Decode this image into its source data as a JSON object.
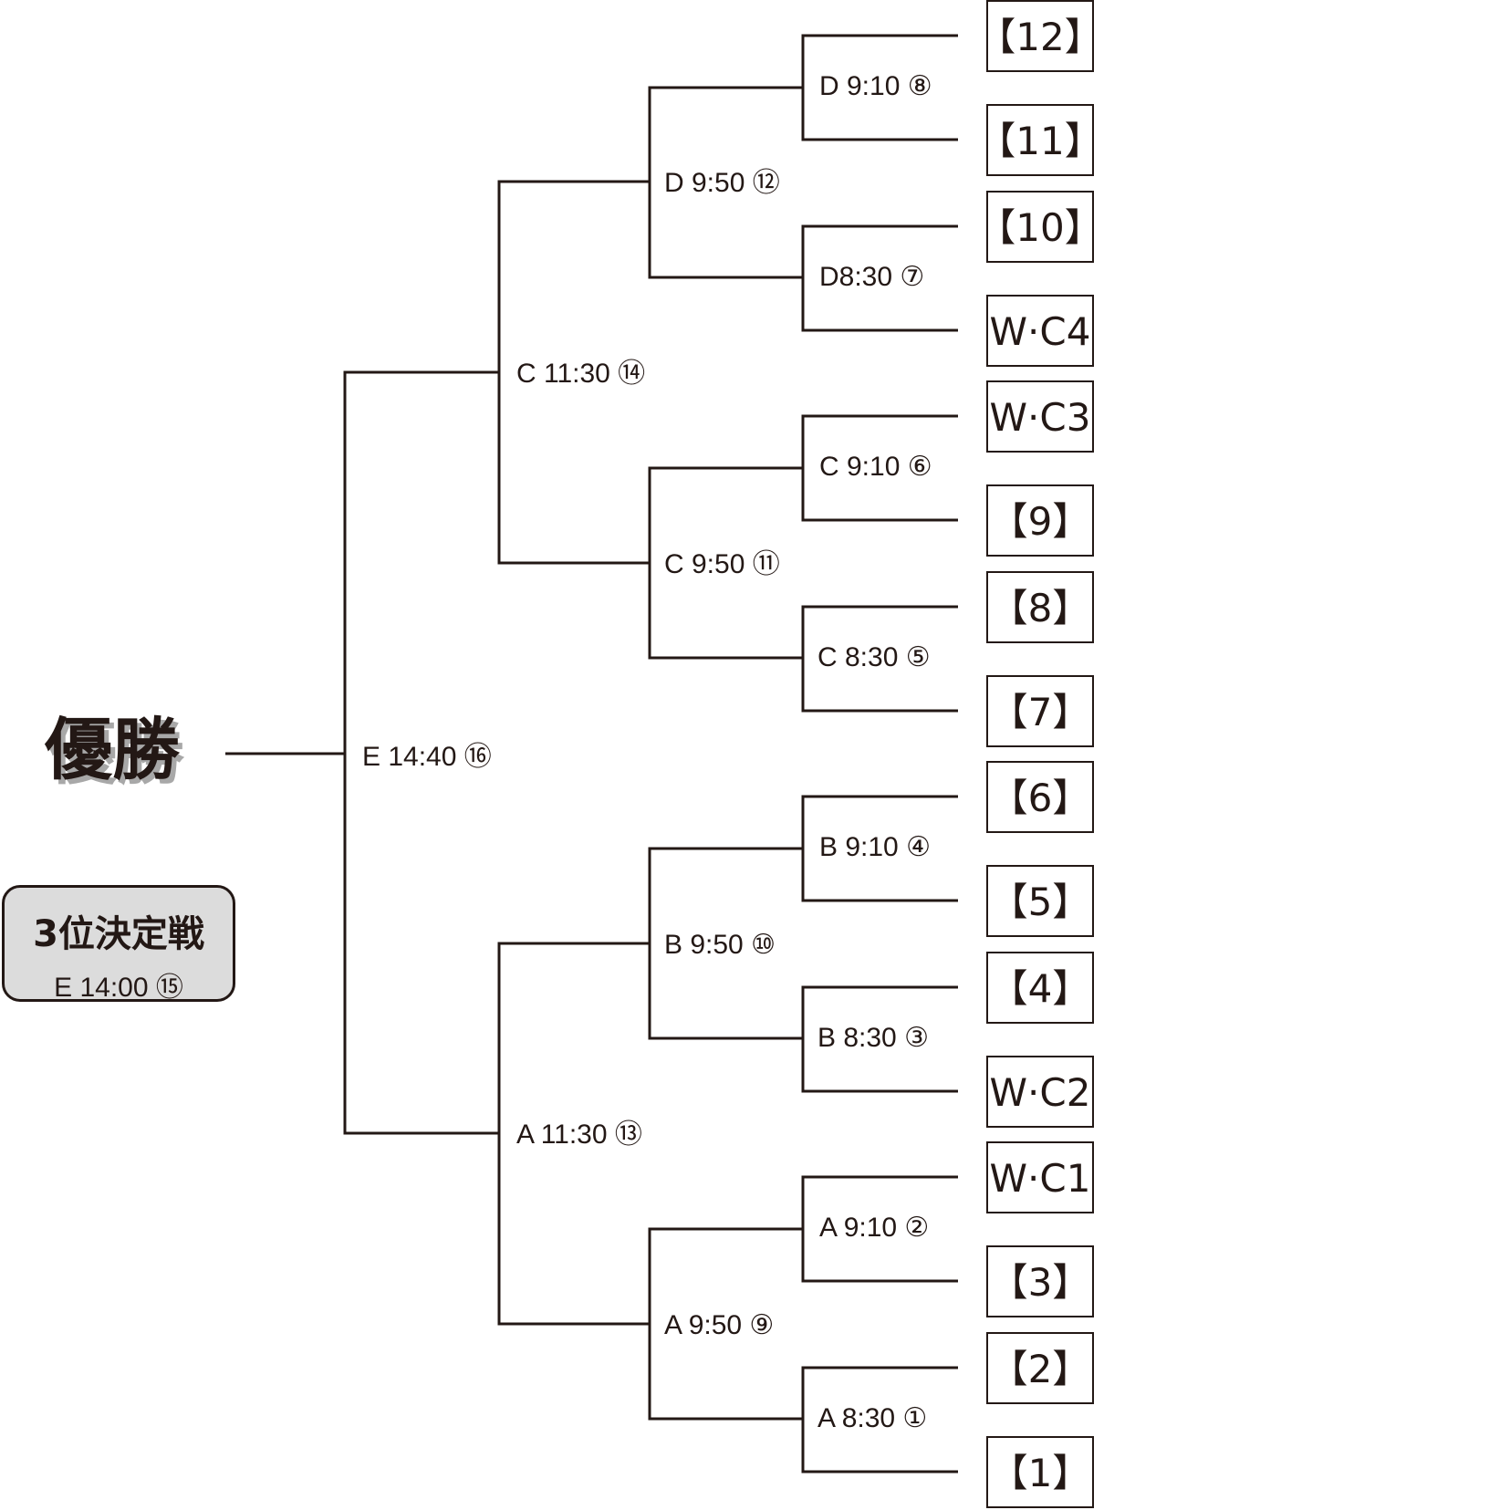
{
  "champion_label": "優勝",
  "final": {
    "label": "E 14:40 ⑯"
  },
  "semifinals": [
    {
      "label": "C 11:30 ⑭"
    },
    {
      "label": "A 11:30 ⑬"
    }
  ],
  "quarterfinals": [
    {
      "label": "D 9:50 ⑫"
    },
    {
      "label": "C 9:50 ⑪"
    },
    {
      "label": "B 9:50 ⑩"
    },
    {
      "label": "A 9:50 ⑨"
    }
  ],
  "first_round": [
    {
      "label": "D 9:10 ⑧"
    },
    {
      "label": "D8:30 ⑦"
    },
    {
      "label": "C 9:10 ⑥"
    },
    {
      "label": "C 8:30 ⑤"
    },
    {
      "label": "B 9:10 ④"
    },
    {
      "label": "B 8:30 ③"
    },
    {
      "label": "A 9:10 ②"
    },
    {
      "label": "A 8:30 ①"
    }
  ],
  "seeds": [
    {
      "label": "【12】"
    },
    {
      "label": "【11】"
    },
    {
      "label": "【10】"
    },
    {
      "label": "W·C4"
    },
    {
      "label": "W·C3"
    },
    {
      "label": "【9】"
    },
    {
      "label": "【8】"
    },
    {
      "label": "【7】"
    },
    {
      "label": "【6】"
    },
    {
      "label": "【5】"
    },
    {
      "label": "【4】"
    },
    {
      "label": "W·C2"
    },
    {
      "label": "W·C1"
    },
    {
      "label": "【3】"
    },
    {
      "label": "【2】"
    },
    {
      "label": "【1】"
    }
  ],
  "third_place": {
    "title": "3位決定戦",
    "match": "E 14:00 ⑮"
  }
}
